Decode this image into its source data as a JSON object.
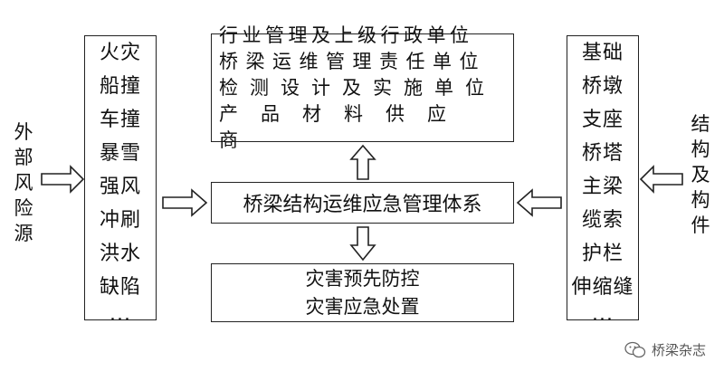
{
  "external_risk_label": [
    "外",
    "部",
    "风",
    "险",
    "源"
  ],
  "risk_list": [
    "火灾",
    "船撞",
    "车撞",
    "暴雪",
    "强风",
    "冲刷",
    "洪水",
    "缺陷",
    "..."
  ],
  "management_units": [
    "行业管理及上级行政单位",
    "桥梁运维管理责任单位",
    "检测设计及实施单位",
    "产品材料供应商"
  ],
  "center_system": "桥梁结构运维应急管理体系",
  "bottom_actions": [
    "灾害预先防控",
    "灾害应急处置"
  ],
  "component_list": [
    "基础",
    "桥墩",
    "支座",
    "桥塔",
    "主梁",
    "缆索",
    "护栏",
    "伸缩缝",
    "..."
  ],
  "structure_label": [
    "结",
    "构",
    "及",
    "构",
    "件"
  ],
  "watermark": "桥梁杂志"
}
